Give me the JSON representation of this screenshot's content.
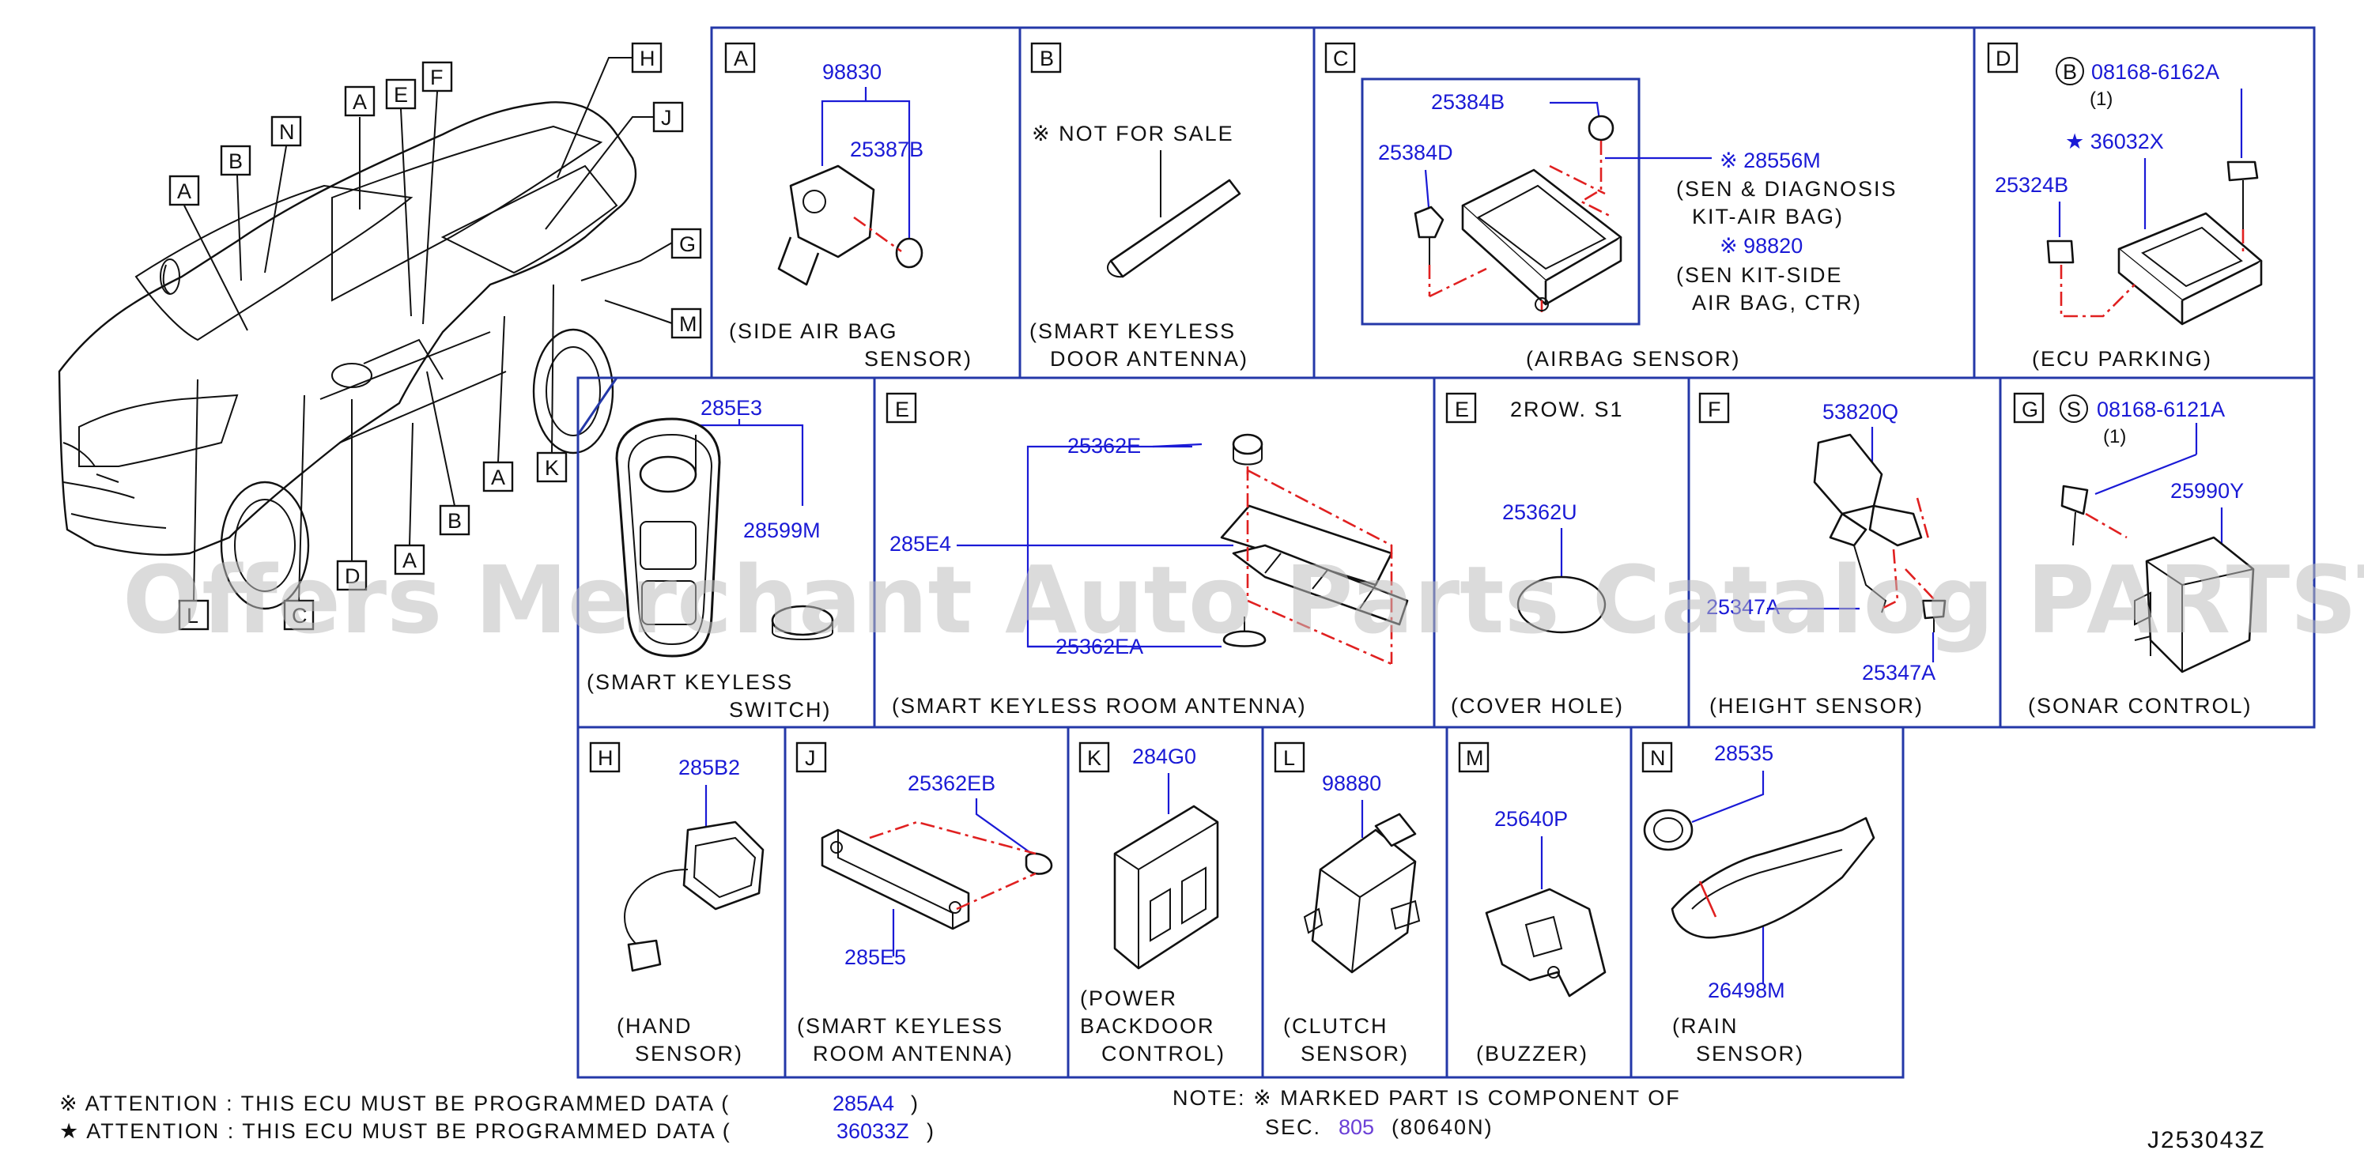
{
  "sections": {
    "A": {
      "letter": "A",
      "parts": [
        "98830",
        "25387B"
      ],
      "caption": [
        "(SIDE  AIR  BAG",
        "SENSOR)"
      ]
    },
    "B": {
      "letter": "B",
      "note": "※ NOT  FOR  SALE",
      "caption": [
        "(SMART  KEYLESS",
        "DOOR  ANTENNA)"
      ]
    },
    "C": {
      "letter": "C",
      "parts": [
        "25384B",
        "25384D",
        "※ 28556M",
        "※ 98820"
      ],
      "subs": [
        "(SEN  &  DIAGNOSIS",
        "KIT-AIR  BAG)",
        "(SEN  KIT-SIDE",
        "AIR  BAG,  CTR)"
      ],
      "caption": [
        "(AIRBAG  SENSOR)"
      ]
    },
    "D": {
      "letter": "D",
      "parts": [
        "08168-6162A",
        "★ 36032X",
        "25324B"
      ],
      "qty": "(1)",
      "circle_letter": "B",
      "caption": [
        "(ECU  PARKING)"
      ]
    },
    "SW": {
      "parts": [
        "285E3",
        "28599M"
      ],
      "caption": [
        "(SMART  KEYLESS",
        "SWITCH)"
      ]
    },
    "E1": {
      "letter": "E",
      "parts": [
        "25362E",
        "285E4",
        "25362EA"
      ],
      "caption": [
        "(SMART  KEYLESS  ROOM  ANTENNA)"
      ]
    },
    "E2": {
      "letter": "E",
      "title": "2ROW.  S1",
      "parts": [
        "25362U"
      ],
      "caption": [
        "(COVER  HOLE)"
      ]
    },
    "F": {
      "letter": "F",
      "parts": [
        "53820Q",
        "25347A",
        "25347A"
      ],
      "caption": [
        "(HEIGHT  SENSOR)"
      ]
    },
    "G": {
      "letter": "G",
      "parts": [
        "08168-6121A",
        "25990Y"
      ],
      "qty": "(1)",
      "circle_letter": "S",
      "caption": [
        "(SONAR  CONTROL)"
      ]
    },
    "H": {
      "letter": "H",
      "parts": [
        "285B2"
      ],
      "caption": [
        "(HAND",
        "SENSOR)"
      ]
    },
    "J": {
      "letter": "J",
      "parts": [
        "25362EB",
        "285E5"
      ],
      "caption": [
        "(SMART  KEYLESS",
        "ROOM  ANTENNA)"
      ]
    },
    "K": {
      "letter": "K",
      "parts": [
        "284G0"
      ],
      "caption": [
        "(POWER",
        "BACKDOOR",
        "CONTROL)"
      ]
    },
    "L": {
      "letter": "L",
      "parts": [
        "98880"
      ],
      "caption": [
        "(CLUTCH",
        "SENSOR)"
      ]
    },
    "M": {
      "letter": "M",
      "parts": [
        "25640P"
      ],
      "caption": [
        "(BUZZER)"
      ]
    },
    "N": {
      "letter": "N",
      "parts": [
        "28535",
        "26498M"
      ],
      "caption": [
        "(RAIN",
        "SENSOR)"
      ]
    }
  },
  "car_callouts": [
    "A",
    "B",
    "N",
    "A",
    "E",
    "F",
    "H",
    "J",
    "G",
    "M",
    "K",
    "A",
    "B",
    "A",
    "D",
    "C",
    "L"
  ],
  "footer": {
    "attention1": "※ ATTENTION  :  THIS  ECU  MUST  BE  PROGRAMMED  DATA  (",
    "attention1_part": "285A4",
    "attention2": "★ ATTENTION  :  THIS  ECU  MUST  BE  PROGRAMMED  DATA  (",
    "attention2_part": "36033Z",
    "close": ")",
    "note1": "NOTE:  ※ MARKED  PART  IS  COMPONENT  OF",
    "note2_prefix": "SEC.",
    "note2_sec": "805",
    "note2_suffix": "(80640N)",
    "drawing_id": "J253043Z"
  },
  "watermark": "Offers Merchant Auto Parts Catalog PARTSTORE.SA"
}
